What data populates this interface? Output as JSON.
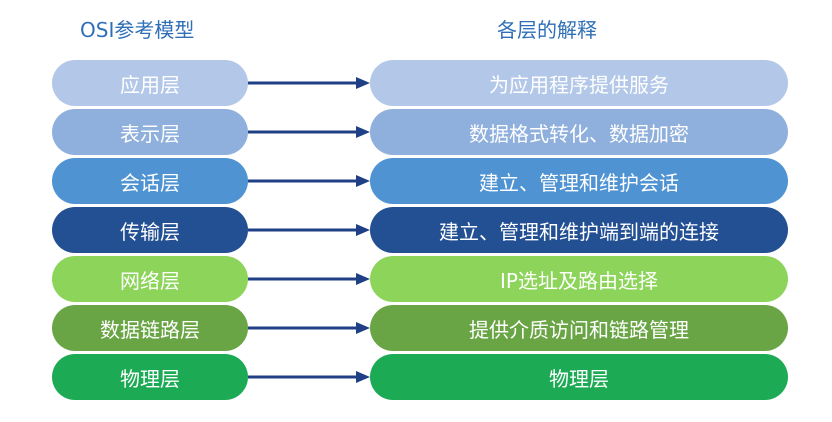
{
  "left_header": "OSI参考模型",
  "right_header": "各层的解释",
  "layers": [
    {
      "name": "应用层",
      "description": "为应用程序提供服务",
      "color": "#b3c8e8"
    },
    {
      "name": "表示层",
      "description": "数据格式转化、数据加密",
      "color": "#8fb0dc"
    },
    {
      "name": "会话层",
      "description": "建立、管理和维护会话",
      "color": "#4f93d2"
    },
    {
      "name": "传输层",
      "description": "建立、管理和维护端到端的连接",
      "color": "#234f93"
    },
    {
      "name": "网络层",
      "description": "IP选址及路由选择",
      "color": "#8dd45a"
    },
    {
      "name": "数据链路层",
      "description": "提供介质访问和链路管理",
      "color": "#6aa545"
    },
    {
      "name": "物理层",
      "description": "物理层",
      "color": "#1daa55"
    }
  ],
  "arrow_color": "#1f3f86"
}
